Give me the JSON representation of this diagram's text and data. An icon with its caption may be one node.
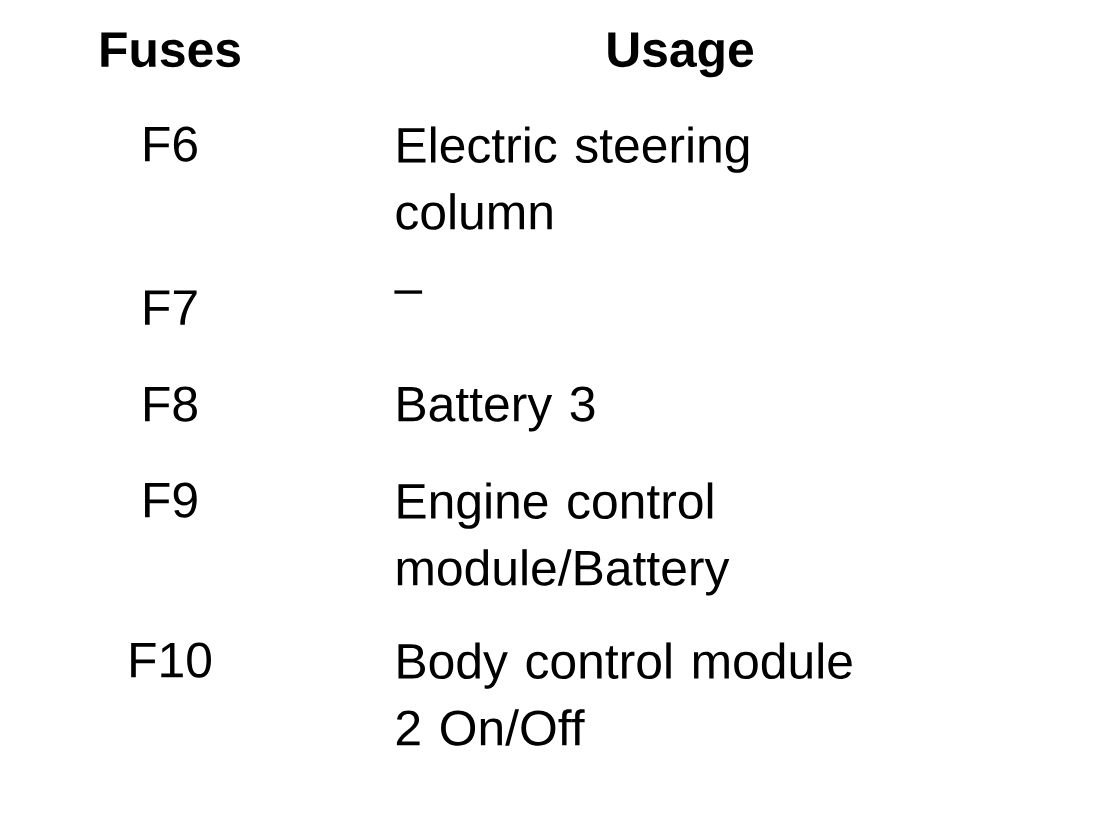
{
  "diagram": {
    "labels": [
      "Fuses",
      "Usage",
      "F6",
      "Electric steering column",
      "F7",
      "–",
      "F8",
      "Battery 3",
      "F9",
      "Engine control module/Battery",
      "F10",
      "Body control module 2 On/Off"
    ]
  }
}
